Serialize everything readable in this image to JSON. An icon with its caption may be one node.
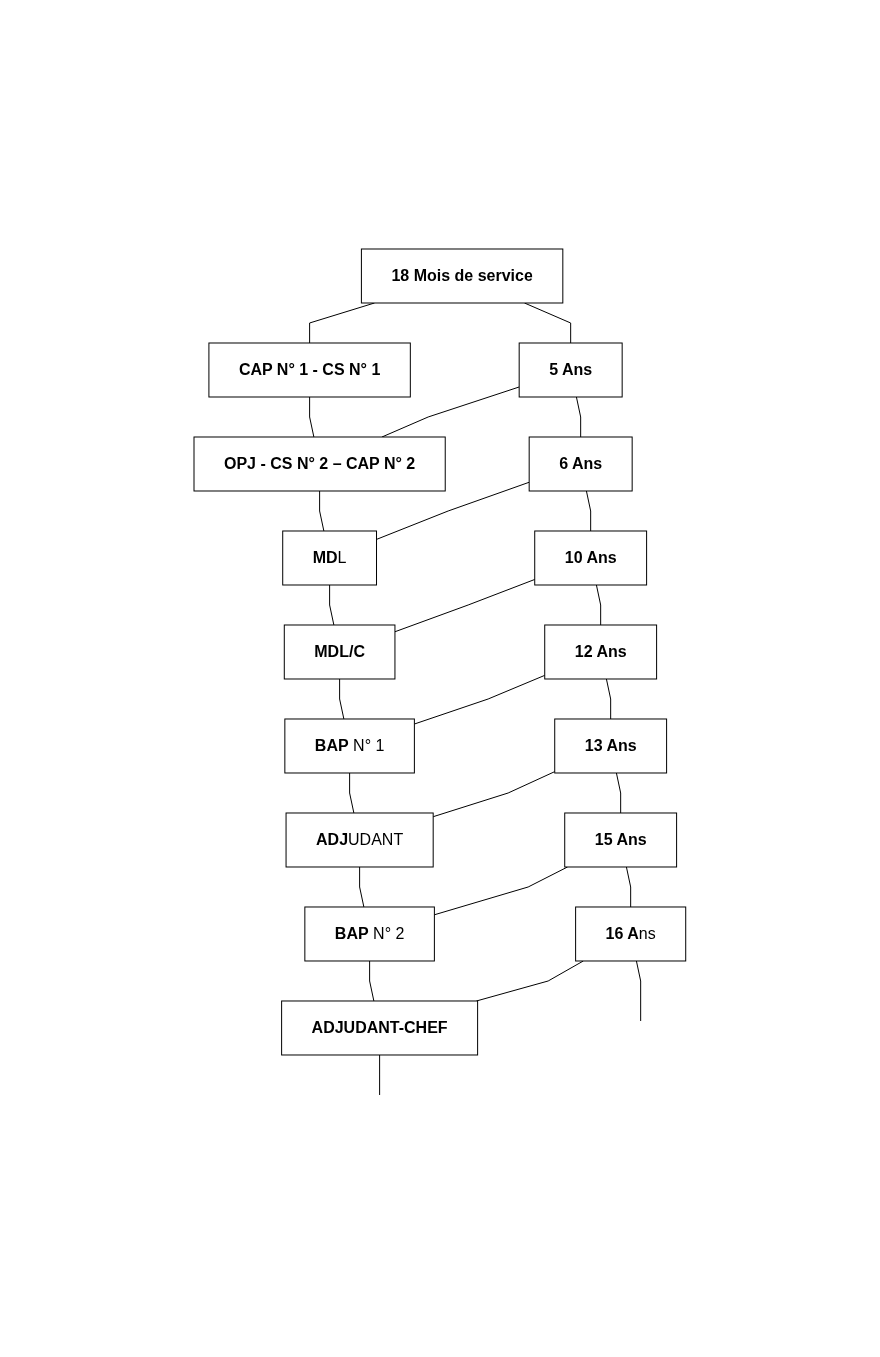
{
  "diagram": {
    "nodes": [
      {
        "text": [
          "18 Mois de service"
        ]
      },
      {
        "text": [
          "CAP N° 1 - CS N° 1"
        ]
      },
      {
        "text": [
          "5 Ans"
        ]
      },
      {
        "text": [
          "OPJ - CS N° 2 – CAP N° 2"
        ]
      },
      {
        "text": [
          "6 Ans"
        ]
      },
      {
        "text": [
          "**MD**L"
        ]
      },
      {
        "text": [
          "10 Ans"
        ]
      },
      {
        "text": [
          "MDL/C"
        ]
      },
      {
        "text": [
          "12 Ans"
        ]
      },
      {
        "text": [
          "**BAP** N° 1"
        ]
      },
      {
        "text": [
          "13 Ans"
        ]
      },
      {
        "text": [
          "**ADJ**UDANT"
        ]
      },
      {
        "text": [
          "15 Ans"
        ]
      },
      {
        "text": [
          "**BAP** N° 2"
        ]
      },
      {
        "text": [
          "**16 A**ns"
        ]
      },
      {
        "text": [
          "ADJUDANT-CHEF"
        ]
      }
    ],
    "edges": [
      {
        "from": 0,
        "to": 1,
        "arrow": "none"
      },
      {
        "from": 0,
        "to": 2,
        "arrow": "none"
      },
      {
        "from": 1,
        "to": 3,
        "arrow": "none"
      },
      {
        "from": 2,
        "to": 3,
        "arrow": "none"
      },
      {
        "from": 2,
        "to": 4,
        "arrow": "none"
      },
      {
        "from": 3,
        "to": 5,
        "arrow": "none"
      },
      {
        "from": 4,
        "to": 5,
        "arrow": "none"
      },
      {
        "from": 4,
        "to": 6,
        "arrow": "none"
      },
      {
        "from": 5,
        "to": 7,
        "arrow": "none"
      },
      {
        "from": 6,
        "to": 7,
        "arrow": "none"
      },
      {
        "from": 6,
        "to": 8,
        "arrow": "none"
      },
      {
        "from": 7,
        "to": 9,
        "arrow": "none"
      },
      {
        "from": 8,
        "to": 9,
        "arrow": "none"
      },
      {
        "from": 8,
        "to": 10,
        "arrow": "none"
      },
      {
        "from": 9,
        "to": 11,
        "arrow": "none"
      },
      {
        "from": 10,
        "to": 11,
        "arrow": "none"
      },
      {
        "from": 10,
        "to": 12,
        "arrow": "none"
      },
      {
        "from": 11,
        "to": 13,
        "arrow": "none"
      },
      {
        "from": 12,
        "to": 13,
        "arrow": "none"
      },
      {
        "from": 12,
        "to": 14,
        "arrow": "none"
      },
      {
        "from": 13,
        "to": 15,
        "arrow": "none"
      },
      {
        "from": 14,
        "to": 15,
        "arrow": "none"
      },
      {
        "from": 14,
        "to": null,
        "arrow": "none"
      },
      {
        "from": 15,
        "to": null,
        "arrow": "none"
      }
    ]
  }
}
